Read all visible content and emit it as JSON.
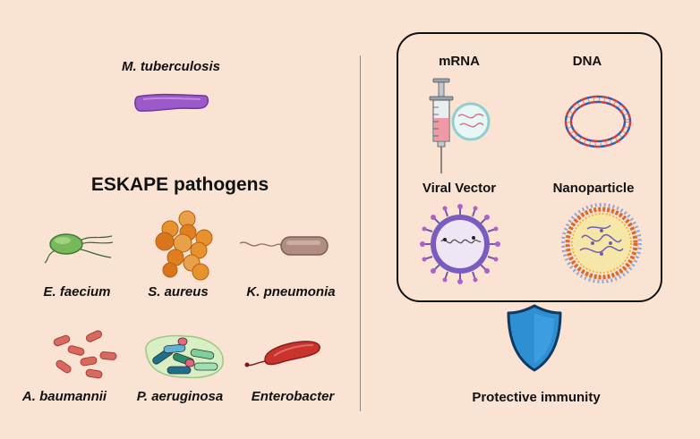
{
  "left_panel": {
    "top_organism": "M. tuberculosis",
    "eskape_heading": "ESKAPE pathogens",
    "pathogens": [
      "E. faecium",
      "S. aureus",
      "K. pneumonia",
      "A. baumannii",
      "P. aeruginosa",
      "Enterobacter"
    ]
  },
  "right_panel": {
    "platforms": [
      "mRNA",
      "DNA",
      "Viral Vector",
      "Nanoparticle"
    ],
    "outcome": "Protective immunity"
  },
  "colors": {
    "background": "#fbe3d4",
    "tuberculosis": "#9b59c9",
    "faecium": "#76b85a",
    "aureus": "#e8922e",
    "pneumonia": "#b08d80",
    "baumannii": "#d9695f",
    "enterobacter": "#c8332d",
    "shield": "#2f8fd3",
    "dna_red": "#d63b3b",
    "dna_blue": "#2d5fb5"
  }
}
